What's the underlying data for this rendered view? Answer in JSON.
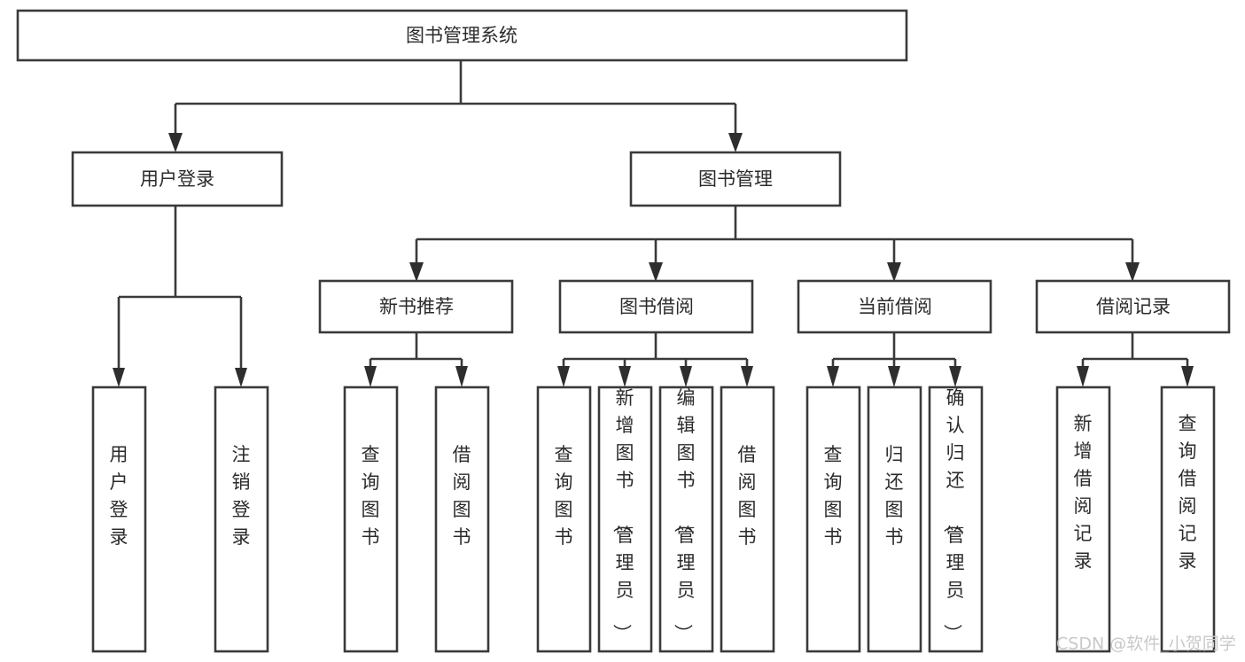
{
  "diagram": {
    "title": "图书管理系统",
    "type": "tree-hierarchy",
    "orientation": "top-down",
    "background_color": "#ffffff",
    "box_stroke_color": "#3a3a3a",
    "box_fill_color": "#ffffff",
    "text_color": "#2b2b2b",
    "arrow_color": "#2e2e2e"
  },
  "root": {
    "label": "图书管理系统"
  },
  "level1": [
    {
      "label": "用户登录"
    },
    {
      "label": "图书管理"
    }
  ],
  "level2": [
    {
      "label": "新书推荐"
    },
    {
      "label": "图书借阅"
    },
    {
      "label": "当前借阅"
    },
    {
      "label": "借阅记录"
    }
  ],
  "leaves": {
    "user_login": [
      {
        "label": "用户登录"
      },
      {
        "label": "注销登录"
      }
    ],
    "new_book_recommend": [
      {
        "label": "查询图书"
      },
      {
        "label": "借阅图书"
      }
    ],
    "book_borrow": [
      {
        "label": "查询图书"
      },
      {
        "label": "新增图书（管理员）"
      },
      {
        "label": "编辑图书（管理员）"
      },
      {
        "label": "借阅图书"
      }
    ],
    "current_borrow": [
      {
        "label": "查询图书"
      },
      {
        "label": "归还图书"
      },
      {
        "label": "确认归还（管理员）"
      }
    ],
    "borrow_record": [
      {
        "label": "新增借阅记录"
      },
      {
        "label": "查询借阅记录"
      }
    ]
  },
  "watermark": {
    "label": "CSDN @软件_小贺同学",
    "color": "#c9c9c9"
  }
}
